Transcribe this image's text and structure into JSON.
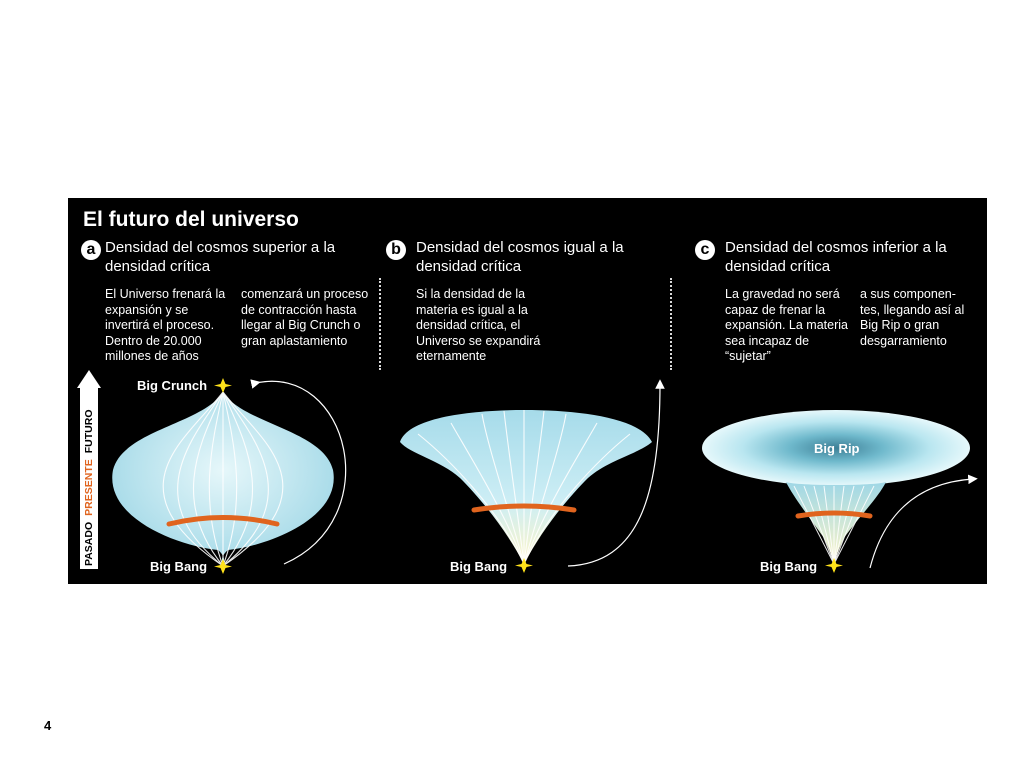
{
  "title": "El futuro del universo",
  "axis": {
    "past": "PASADO",
    "present": "PRESENTE",
    "future": "FUTURO"
  },
  "cases": [
    {
      "letter": "a",
      "heading": "Densidad del cosmos superior a la densidad crítica",
      "col1": "El Universo frenará la expansión y se invertirá el proceso. Dentro de 20.000 millones de años",
      "col2": "comenzará un proceso de contracción hasta llegar al Big Crunch o gran aplastamiento",
      "top_label": "Big Crunch",
      "bottom_label": "Big Bang"
    },
    {
      "letter": "b",
      "heading": "Densidad del cosmos igual a la densidad crítica",
      "col1": "Si la densidad de la materia es igual a la densidad crítica, el Universo se expandirá eternamente",
      "bottom_label": "Big Bang"
    },
    {
      "letter": "c",
      "heading": "Densidad del cosmos inferior a la densidad crítica",
      "col1": "La gravedad no será capaz de frenar la expansión. La materia sea incapaz de “sujetar”",
      "col2": "a sus componen-tes, llegando así al Big Rip o gran desgarramiento",
      "center_label": "Big Rip",
      "bottom_label": "Big Bang"
    }
  ],
  "page_number": "4",
  "colors": {
    "background": "#000000",
    "shape_fill": "#bfe6f0",
    "present_line": "#e0641e",
    "star": "#ffe21a"
  }
}
